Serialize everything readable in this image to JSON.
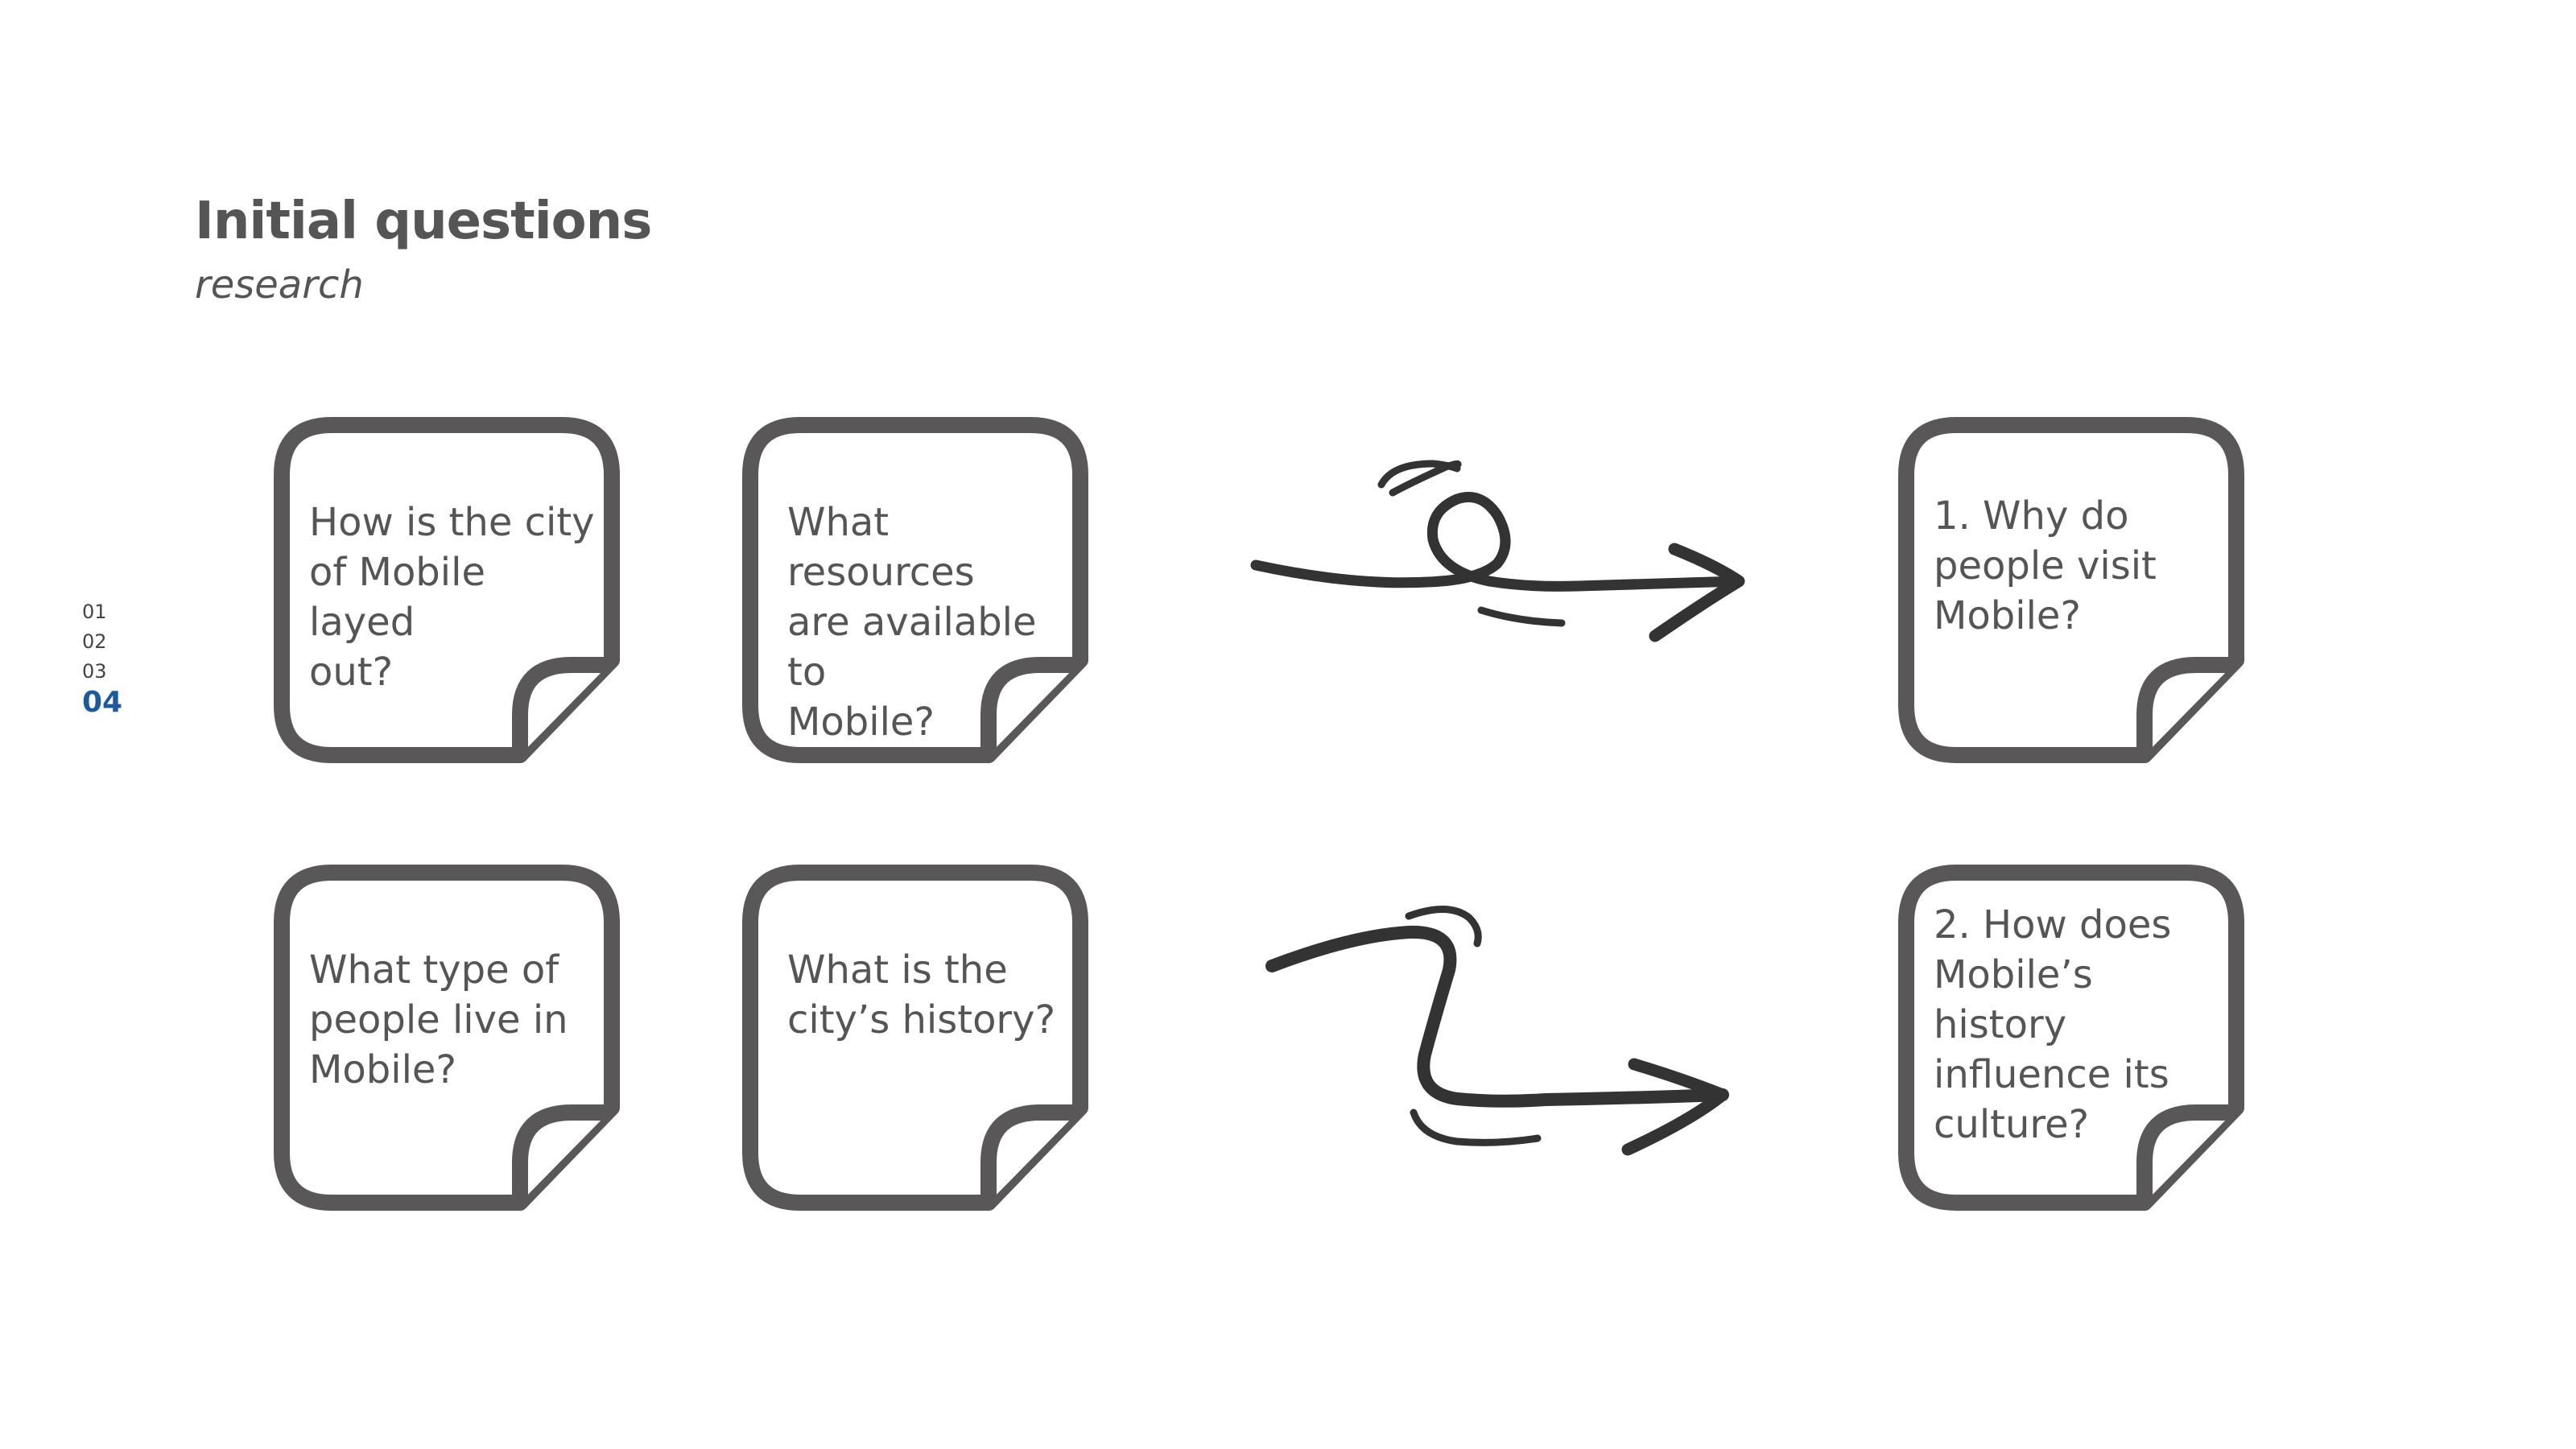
{
  "header": {
    "title": "Initial questions",
    "subtitle": "research"
  },
  "page_nav": {
    "items": [
      "01",
      "02",
      "03",
      "04"
    ],
    "active": "04"
  },
  "notes": {
    "left_top_1": "How is the city\nof Mobile layed\nout?",
    "left_top_2": "What resources\nare available to\nMobile?",
    "left_bottom_1": "What type of\npeople live in\nMobile?",
    "left_bottom_2": "What is the\ncity’s history?",
    "right_top": "1. Why do\npeople visit\nMobile?",
    "right_bottom": "2. How does\nMobile’s\nhistory\ninfluence its\nculture?"
  },
  "colors": {
    "note_stroke": "#595757",
    "arrow": "#333333",
    "active_nav": "#1e5a9a",
    "text": "#555555"
  },
  "icons": {
    "note": "sticky-note-icon",
    "arrow_loop": "loop-arrow-icon",
    "arrow_curve": "curved-arrow-icon"
  }
}
